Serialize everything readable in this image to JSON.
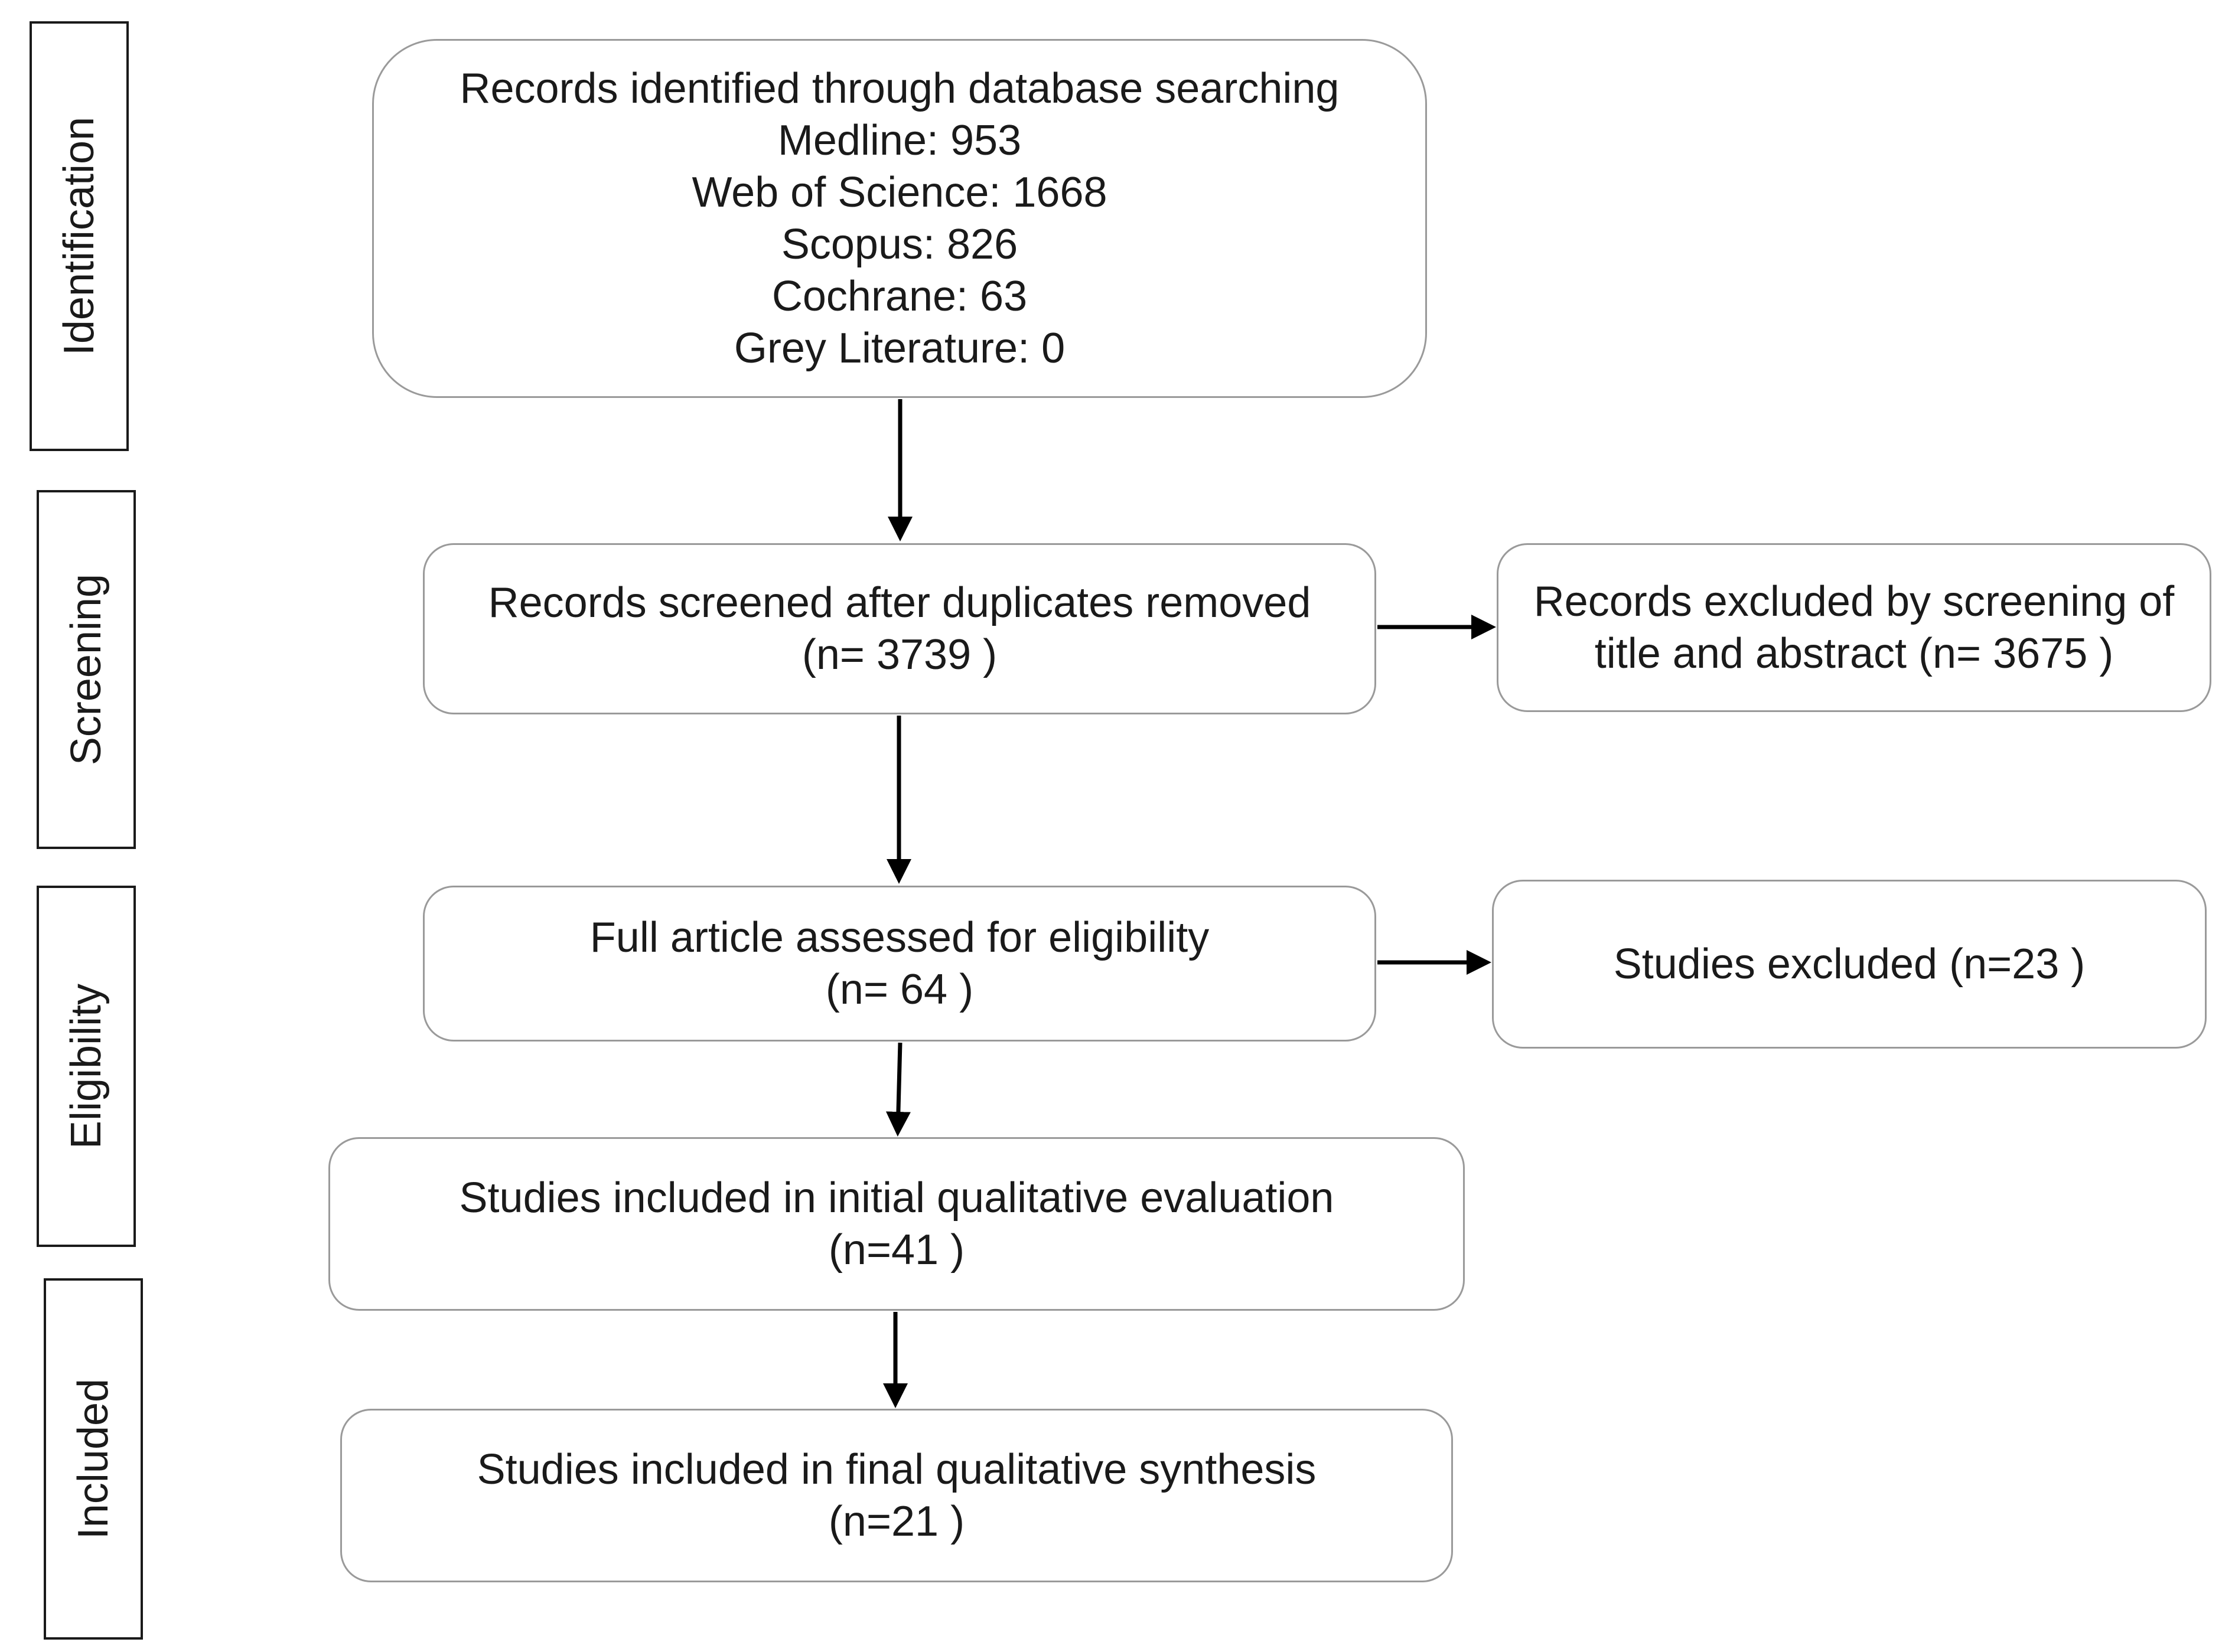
{
  "stages": {
    "identification": "Identification",
    "screening": "Screening",
    "eligibility": "Eligibility",
    "included": "Included"
  },
  "boxes": {
    "identified": {
      "title": "Records identified through database searching",
      "sources": [
        "Medline: 953",
        "Web of Science: 1668",
        "Scopus: 826",
        "Cochrane: 63",
        "Grey Literature: 0"
      ]
    },
    "screened": {
      "title": "Records screened after duplicates removed",
      "count": "(n= 3739 )"
    },
    "excluded_screening": {
      "line1": "Records excluded by screening of",
      "line2": "title and abstract (n= 3675 )"
    },
    "eligibility": {
      "title": "Full article assessed for eligibility",
      "count": "(n= 64 )"
    },
    "excluded_studies": {
      "title": "Studies excluded (n=23 )"
    },
    "initial": {
      "title": "Studies included in initial qualitative evaluation",
      "count": "(n=41 )"
    },
    "final": {
      "title": "Studies included in final qualitative synthesis",
      "count": "(n=21 )"
    }
  },
  "colors": {
    "stage_border": "#1a1a1a",
    "box_border": "#9a9a9a",
    "arrow": "#000000"
  }
}
